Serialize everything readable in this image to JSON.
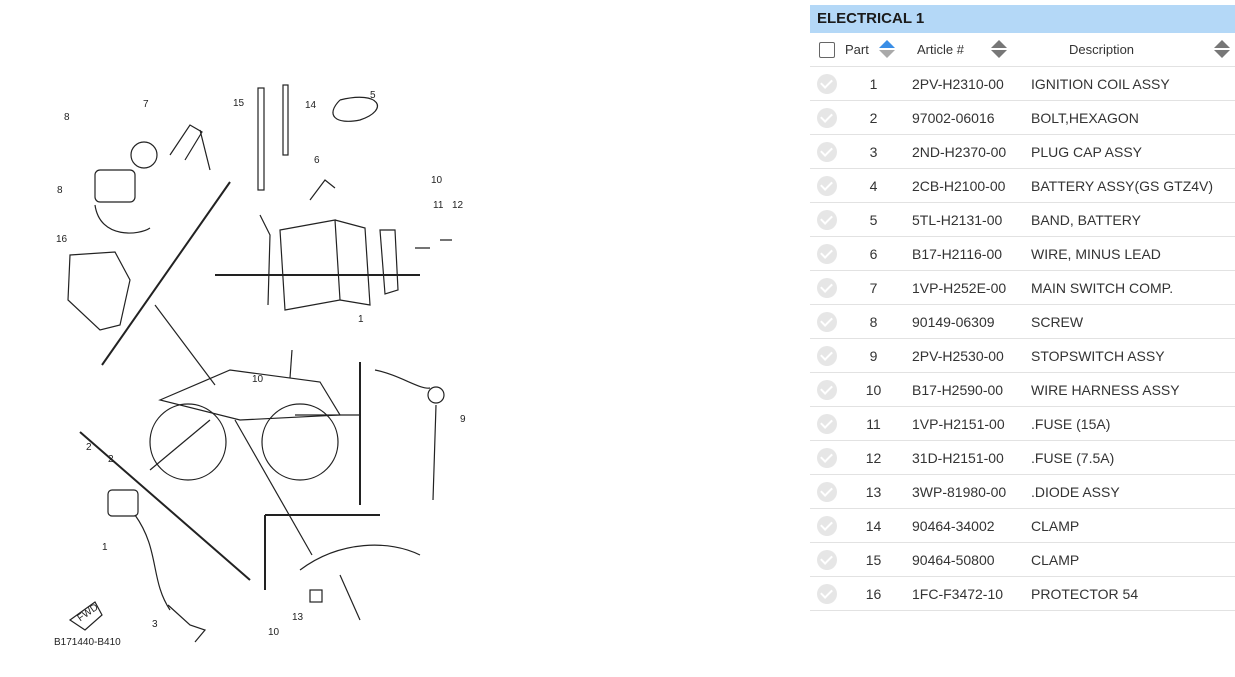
{
  "diagram": {
    "callouts": [
      "8",
      "7",
      "8",
      "15",
      "14",
      "5",
      "6",
      "10",
      "11",
      "12",
      "16",
      "1",
      "10",
      "9",
      "2",
      "2",
      "1",
      "3",
      "13",
      "10"
    ],
    "fwd_label": "FWD",
    "code": "B171440-B410"
  },
  "panel": {
    "title": "ELECTRICAL 1",
    "columns": {
      "part": "Part",
      "article": "Article #",
      "description": "Description"
    },
    "rows": [
      {
        "part": "1",
        "article": "2PV-H2310-00",
        "description": "IGNITION COIL ASSY"
      },
      {
        "part": "2",
        "article": "97002-06016",
        "description": "BOLT,HEXAGON"
      },
      {
        "part": "3",
        "article": "2ND-H2370-00",
        "description": "PLUG CAP ASSY"
      },
      {
        "part": "4",
        "article": "2CB-H2100-00",
        "description": "BATTERY ASSY(GS GTZ4V)"
      },
      {
        "part": "5",
        "article": "5TL-H2131-00",
        "description": "BAND, BATTERY"
      },
      {
        "part": "6",
        "article": "B17-H2116-00",
        "description": "WIRE, MINUS LEAD"
      },
      {
        "part": "7",
        "article": "1VP-H252E-00",
        "description": "MAIN SWITCH COMP."
      },
      {
        "part": "8",
        "article": "90149-06309",
        "description": "SCREW"
      },
      {
        "part": "9",
        "article": "2PV-H2530-00",
        "description": "STOPSWITCH ASSY"
      },
      {
        "part": "10",
        "article": "B17-H2590-00",
        "description": "WIRE HARNESS ASSY"
      },
      {
        "part": "11",
        "article": "1VP-H2151-00",
        "description": ".FUSE (15A)"
      },
      {
        "part": "12",
        "article": "31D-H2151-00",
        "description": ".FUSE (7.5A)"
      },
      {
        "part": "13",
        "article": "3WP-81980-00",
        "description": ".DIODE ASSY"
      },
      {
        "part": "14",
        "article": "90464-34002",
        "description": "CLAMP"
      },
      {
        "part": "15",
        "article": "90464-50800",
        "description": "CLAMP"
      },
      {
        "part": "16",
        "article": "1FC-F3472-10",
        "description": "PROTECTOR 54"
      }
    ]
  },
  "colors": {
    "header_bg": "#b4d8f7",
    "sort_active": "#3a8ee6",
    "sort_inactive": "#777777",
    "check": "#e6e6e6"
  },
  "icons": {
    "row_check": "check-circle-icon",
    "sort": "sort-arrows-icon"
  }
}
